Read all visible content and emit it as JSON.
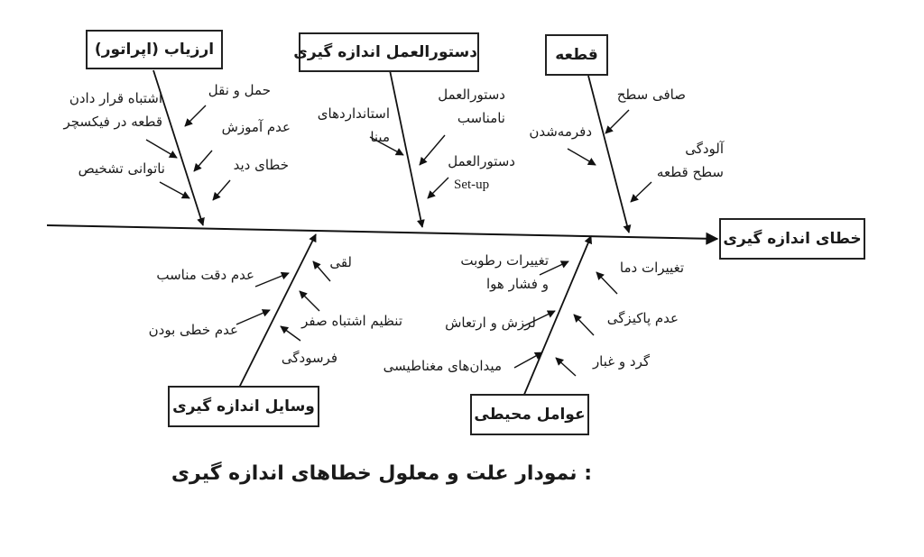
{
  "effect_box": "خطای اندازه گیری",
  "categories": {
    "operator": "ارزیاب (اپراتور)",
    "procedure": "دستورالعمل اندازه گیری",
    "part": "قطعه",
    "instruments": "وسایل اندازه گیری",
    "environment": "عوامل محیطی"
  },
  "causes": {
    "operator": {
      "fixture_error": "اشتباه قرار دادن\nقطعه در فیکسچر",
      "handling": "حمل و نقل",
      "no_training": "عدم آموزش",
      "vision_error": "خطای دید",
      "cannot_detect": "ناتوانی تشخیص"
    },
    "procedure": {
      "reference_std": "استانداردهای\nمبنا",
      "bad_procedure": "دستورالعمل\nنامناسب",
      "setup_proc": "دستورالعمل",
      "setup_latin": "Set-up"
    },
    "part": {
      "surface_finish": "صافی سطح",
      "delamination": "دفرمه‌شدن",
      "contamination": "آلودگی\nسطح قطعه"
    },
    "instruments": {
      "accuracy": "عدم دقت مناسب",
      "nonlinearity": "عدم خطی بودن",
      "play": "لقی",
      "zero_error": "تنظیم اشتباه صفر",
      "wear": "فرسودگی"
    },
    "environment": {
      "humidity": "تغییرات رطوبت\nو فشار هوا",
      "temperature": "تغییرات دما",
      "vibration": "لرزش و ارتعاش",
      "cleanliness": "عدم پاکیزگی",
      "magnetic": "میدان‌های مغناطیسی",
      "dust": "گرد و غبار"
    }
  },
  "caption": ": نمودار علت و معلول خطاهای اندازه گیری"
}
